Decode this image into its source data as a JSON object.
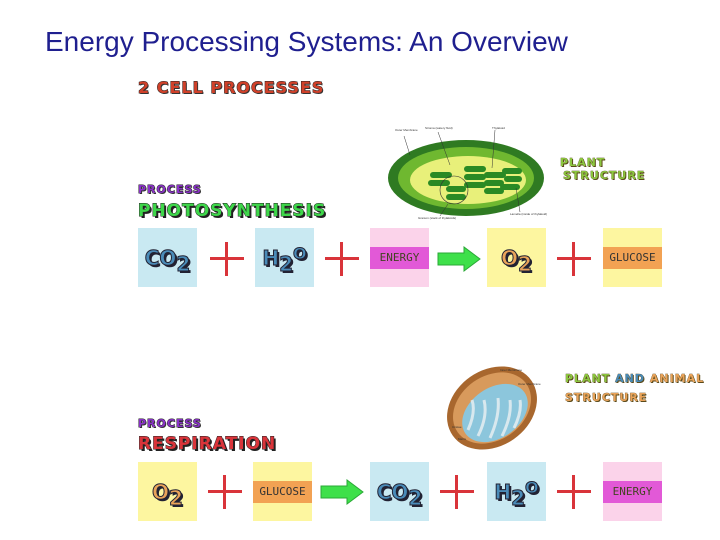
{
  "title": "Energy Processing Systems:  An Overview",
  "subtitle": "2 CELL PROCESSES",
  "photosynthesis": {
    "process_label": "PROCESS",
    "name": "PHOTOSYNTHESIS",
    "structure_lines": [
      "PLANT",
      "STRUCTURE"
    ],
    "reactants": [
      {
        "main": "CO",
        "sub": "2"
      },
      {
        "main": "H",
        "sub": "2",
        "tail": "O"
      }
    ],
    "energy": "ENERGY",
    "products": [
      {
        "main": "O",
        "sub": "2"
      }
    ],
    "glucose": "GLUCOSE",
    "diagram_labels": [
      "Outer Membrane",
      "Stroma (watery fluid)",
      "Thylakoid",
      "Granum (stack of thylakoids)",
      "Lamella (inside of thylakoid)"
    ]
  },
  "respiration": {
    "process_label": "PROCESS",
    "name": "RESPIRATION",
    "structure_parts": [
      "PLANT",
      "AND",
      "ANIMAL"
    ],
    "structure_line2": "STRUCTURE",
    "reactants": [
      {
        "main": "O",
        "sub": "2"
      }
    ],
    "glucose": "GLUCOSE",
    "products": [
      {
        "main": "CO",
        "sub": "2"
      },
      {
        "main": "H",
        "sub": "2",
        "tail": "O"
      }
    ],
    "energy": "ENERGY",
    "diagram_labels": [
      "Inner Membrane",
      "Outer Membrane",
      "Cristae",
      "Matrix"
    ]
  },
  "colors": {
    "title": "#1f1f8f",
    "plus": "#d9343a",
    "arrow": "#3ee04a",
    "co2_box": "#c9e9f2",
    "o2_box": "#fdf6a0",
    "energy_box": "#fbd3ea"
  }
}
